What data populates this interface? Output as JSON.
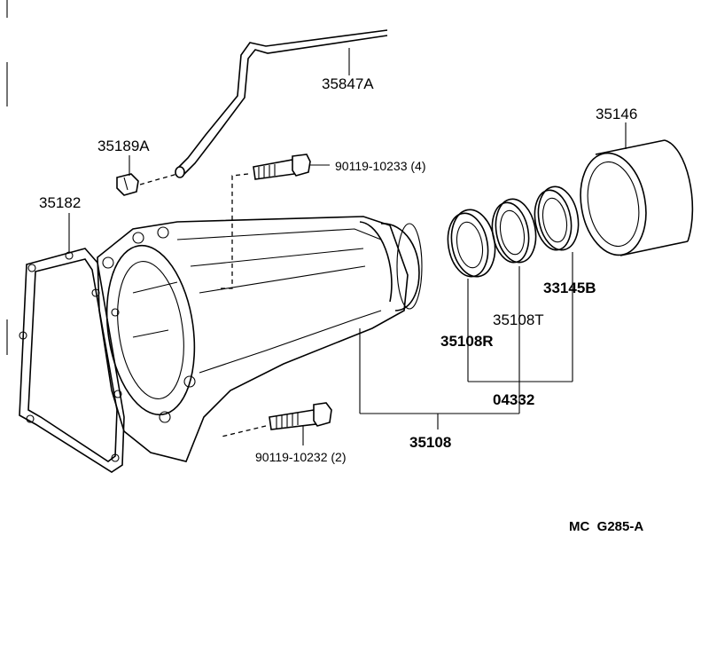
{
  "diagram": {
    "labels": {
      "breather_pipe": "35847A",
      "plug": "35189A",
      "bolt_upper": "90119-10233 (4)",
      "gasket": "35182",
      "oil_seal_outer": "35146",
      "seal_33145b": "33145B",
      "seal_35108t": "35108T",
      "seal_35108r": "35108R",
      "kit_04332": "04332",
      "assembly_35108": "35108",
      "bolt_lower": "90119-10232 (2)",
      "diagram_code": "MC  G285-A"
    }
  }
}
